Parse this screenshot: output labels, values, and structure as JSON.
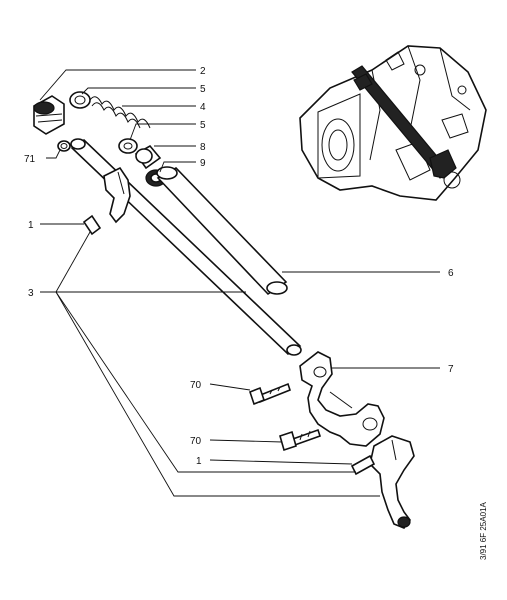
{
  "diagram": {
    "callouts": {
      "c2": "2",
      "c5a": "5",
      "c4": "4",
      "c5b": "5",
      "c8": "8",
      "c9": "9",
      "c71": "71",
      "c1a": "1",
      "c3": "3",
      "c6": "6",
      "c7": "7",
      "c70a": "70",
      "c70b": "70",
      "c1b": "1"
    },
    "stamp": "3/91  6F 25A01A",
    "colors": {
      "ink": "#111111",
      "paper": "#ffffff"
    }
  }
}
